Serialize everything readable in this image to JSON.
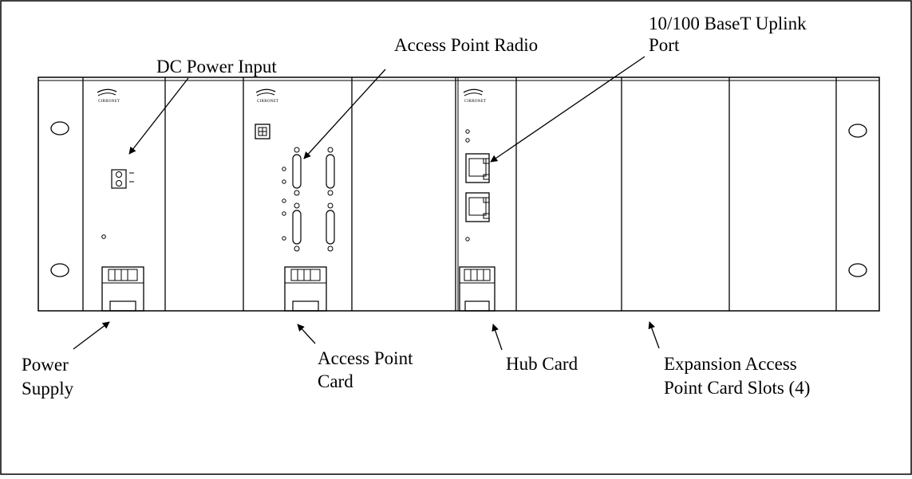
{
  "callouts": {
    "dc_power_input": "DC Power Input",
    "access_point_radio": "Access Point Radio",
    "uplink_port_line1": "10/100 BaseT Uplink",
    "uplink_port_line2": "Port",
    "power_supply_line1": "Power",
    "power_supply_line2": "Supply",
    "access_point_card_line1": "Access Point",
    "access_point_card_line2": "Card",
    "hub_card": "Hub Card",
    "expansion_line1": "Expansion Access",
    "expansion_line2": "Point Card Slots (4)"
  },
  "brand": {
    "logo_text": "CIRRONET",
    "logo_name": "cirronet-swoosh-logo"
  },
  "icons": {
    "power_connector": "dc-power-connector-icon",
    "dip_switch": "dip-switch-icon",
    "db_connector": "db-connector-icon",
    "rj45": "rj45-jack-icon",
    "card_latch": "card-latch-icon",
    "mount_hole": "mounting-hole-icon"
  },
  "colors": {
    "line": "#000000",
    "background": "#ffffff"
  }
}
